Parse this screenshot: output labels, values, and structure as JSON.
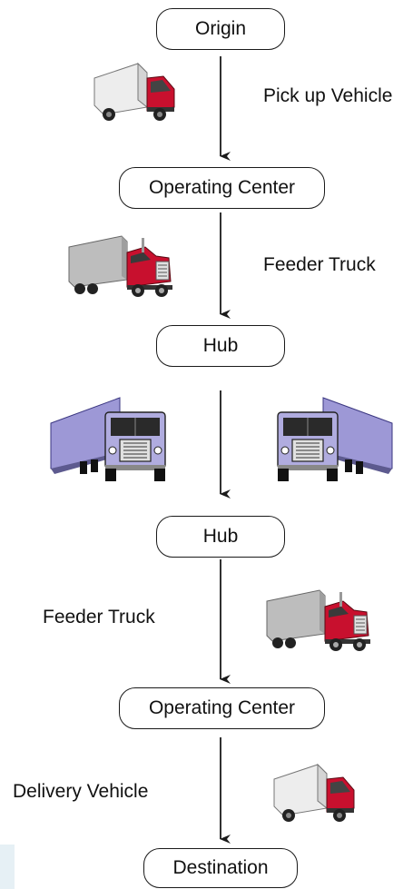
{
  "nodes": {
    "origin": "Origin",
    "operating_center_1": "Operating Center",
    "hub_1": "Hub",
    "hub_2": "Hub",
    "operating_center_2": "Operating Center",
    "destination": "Destination"
  },
  "edge_labels": {
    "pickup": "Pick up Vehicle",
    "feeder_1": "Feeder Truck",
    "feeder_2": "Feeder Truck",
    "delivery": "Delivery Vehicle"
  },
  "icons": {
    "pickup": "box-truck-icon",
    "feeder": "semi-truck-icon",
    "linehaul": "tractor-trailer-front-icon"
  },
  "colors": {
    "line": "#1a1a1a",
    "truck_cab": "#c8102e",
    "box_body": "#eeeeee",
    "trailer_gray": "#bdbdbd",
    "trailer_purple": "#9d98d6"
  }
}
